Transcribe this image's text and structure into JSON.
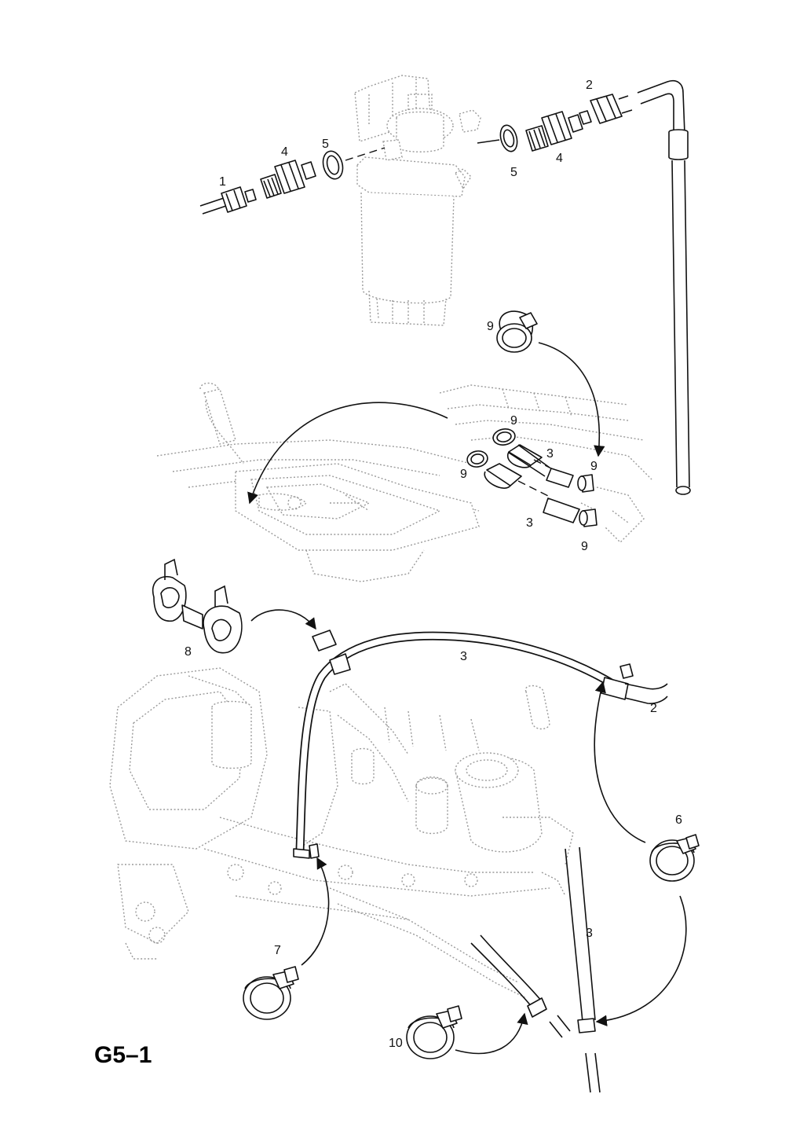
{
  "diagram": {
    "title": "G5–1",
    "callouts": {
      "c1": "1",
      "c2a": "2",
      "c2b": "2",
      "c3a": "3",
      "c3b": "3",
      "c3c": "3",
      "c3d": "3",
      "c4a": "4",
      "c4b": "4",
      "c5a": "5",
      "c5b": "5",
      "c6": "6",
      "c7": "7",
      "c8": "8",
      "c9a": "9",
      "c9b": "9",
      "c9c": "9",
      "c9d": "9",
      "c9e": "9",
      "c10": "10"
    }
  }
}
